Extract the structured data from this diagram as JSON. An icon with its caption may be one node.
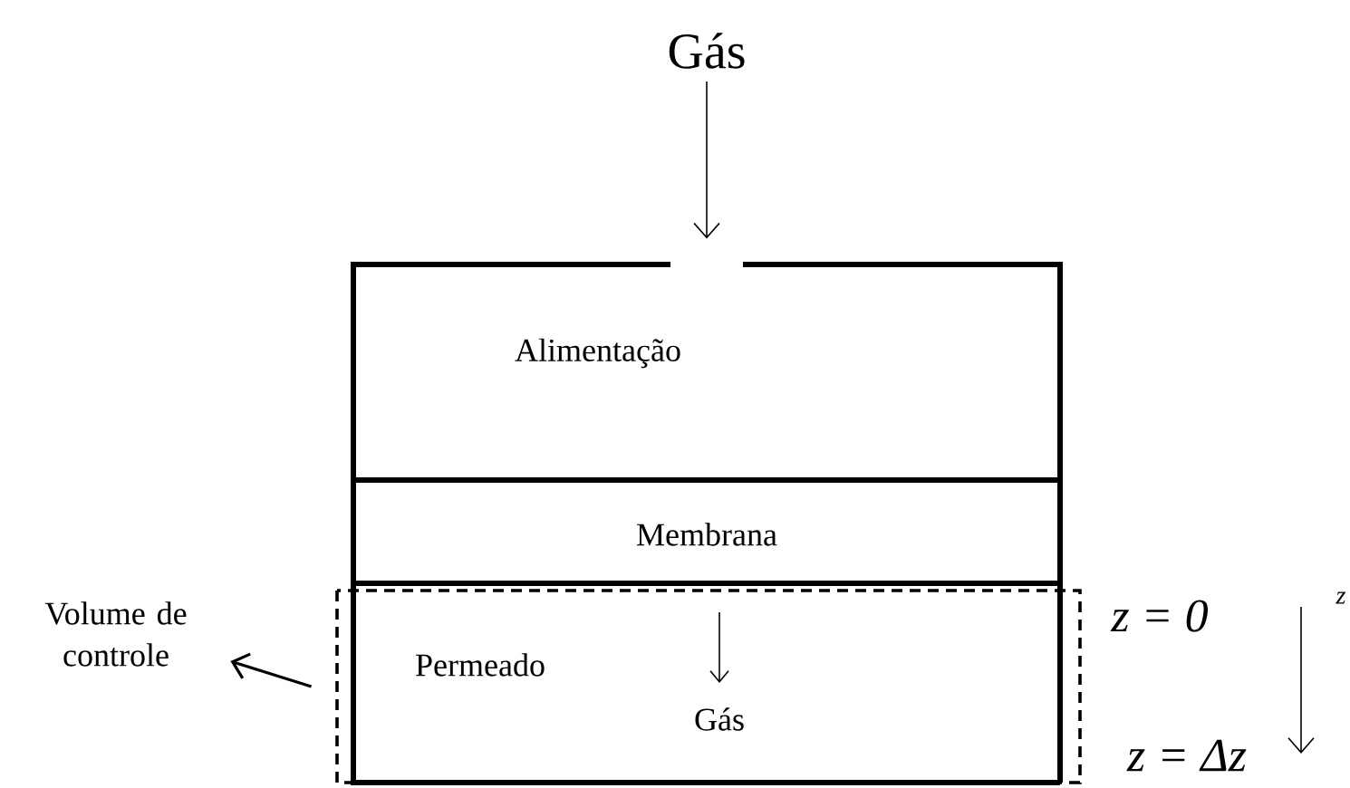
{
  "diagram": {
    "nodes": [
      {
        "text": [
          "Gás"
        ]
      },
      {
        "text": [
          "Alimentação"
        ]
      },
      {
        "text": [
          "Membrana"
        ]
      },
      {
        "text": [
          "Permeado",
          "Gás"
        ]
      },
      {
        "text": [],
        "shape": "box"
      },
      {
        "text": [
          "Volume de controle"
        ]
      }
    ],
    "edges": [
      {
        "from": 0,
        "to": 1,
        "arrow": "to"
      },
      {
        "from": 4,
        "to": 5,
        "arrow": "to"
      }
    ],
    "labels": [
      "z = 0",
      "z = Δz",
      "z"
    ]
  }
}
